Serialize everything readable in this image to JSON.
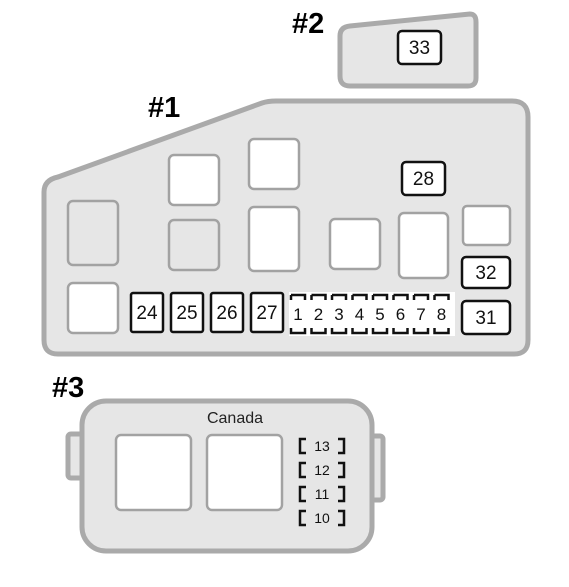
{
  "boxes": {
    "box1": {
      "label": "#1"
    },
    "box2": {
      "label": "#2"
    },
    "box3": {
      "label": "#3",
      "caption": "Canada"
    }
  },
  "fuses": {
    "f33": "33",
    "f28": "28",
    "f32": "32",
    "f31": "31",
    "f24": "24",
    "f25": "25",
    "f26": "26",
    "f27": "27",
    "mini": [
      "1",
      "2",
      "3",
      "4",
      "5",
      "6",
      "7",
      "8"
    ],
    "small": [
      "13",
      "12",
      "11",
      "10"
    ]
  }
}
